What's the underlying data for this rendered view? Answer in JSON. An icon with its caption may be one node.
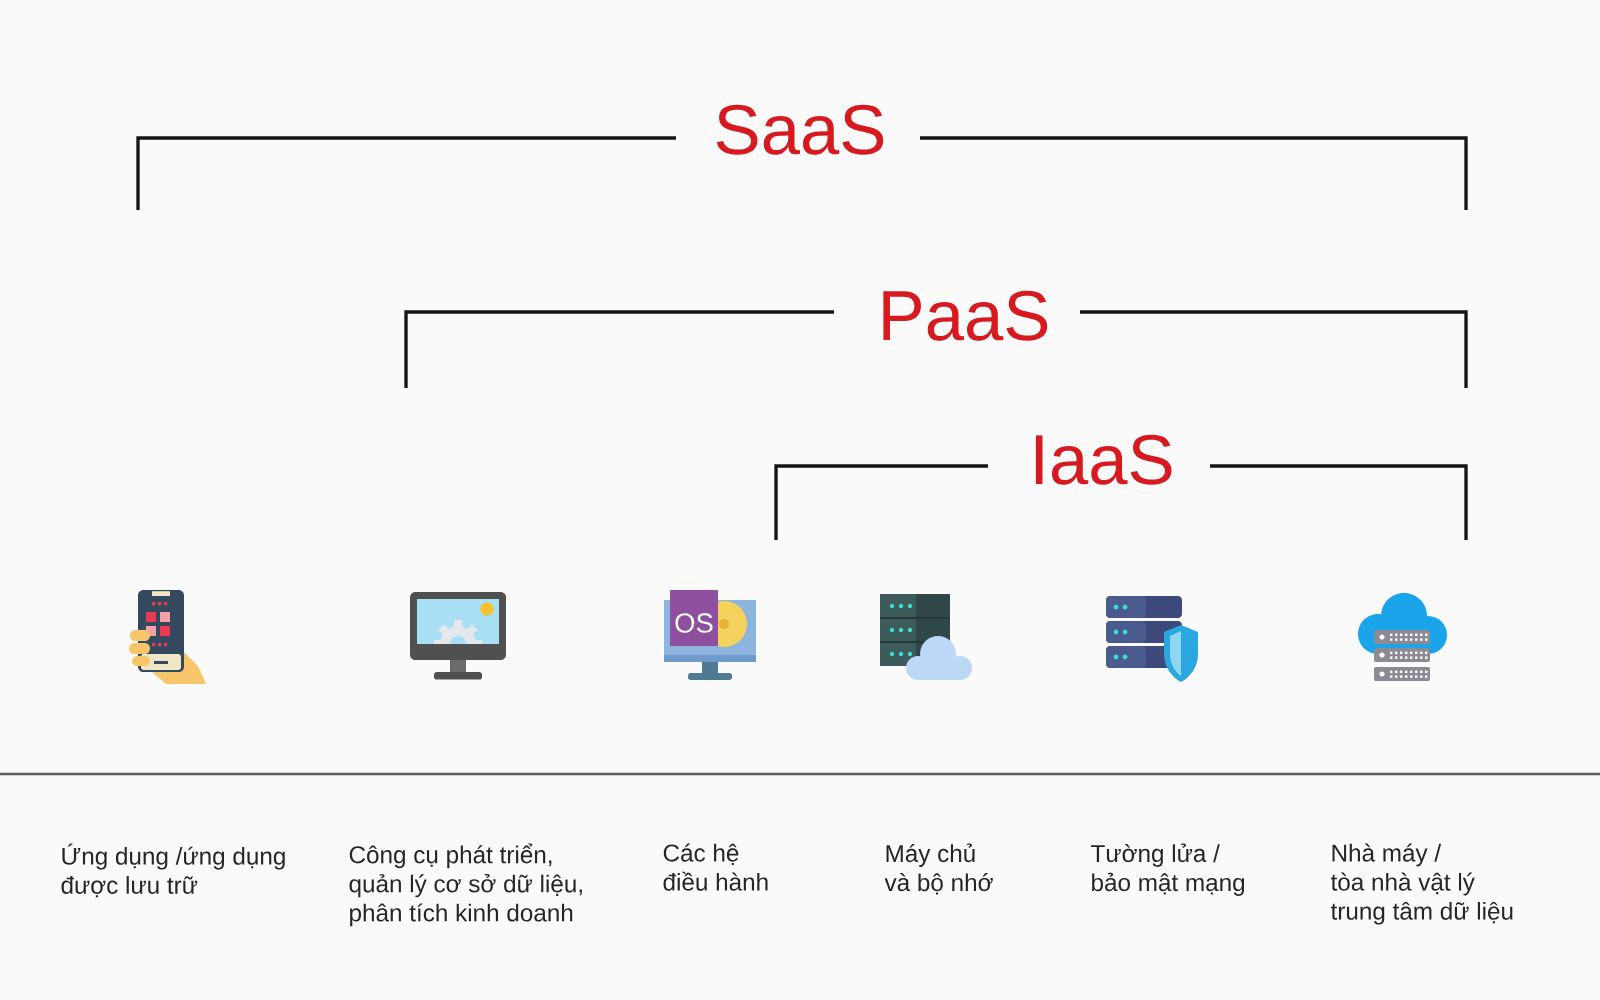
{
  "diagram": {
    "labels": [
      "SaaS",
      "PaaS",
      "IaaS",
      "OS",
      "Ứng dụng /ứng dụng được lưu trữ",
      "Công cụ phát triển, quản lý cơ sở dữ liệu, phân tích kinh doanh",
      "Các hệ điều hành",
      "Máy chủ và bộ nhớ",
      "Tường lửa / bảo mật mạng",
      "Nhà máy / tòa nhà vật lý trung tâm dữ liệu"
    ]
  }
}
